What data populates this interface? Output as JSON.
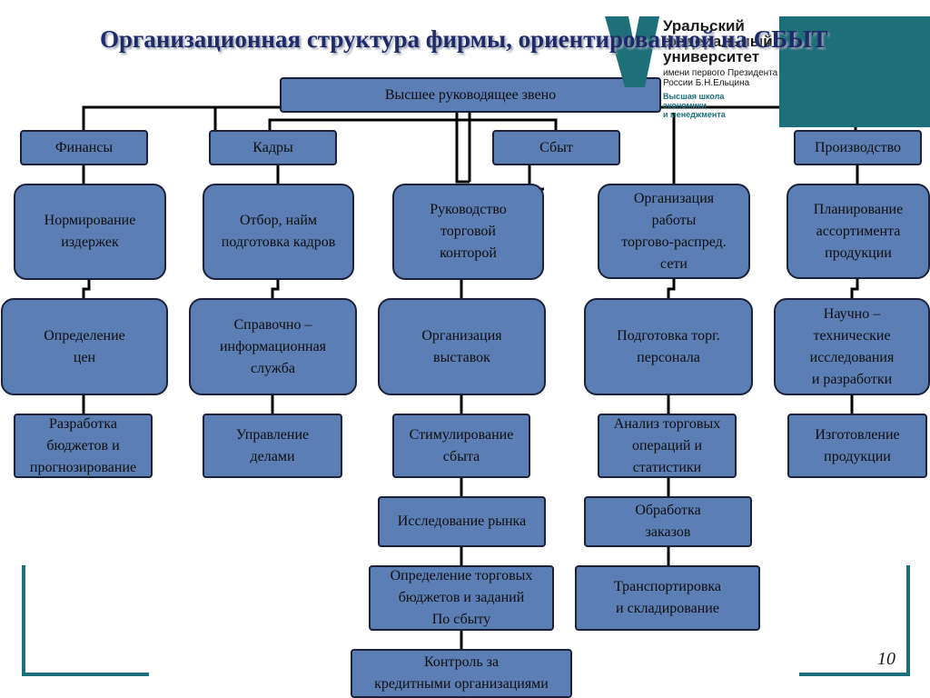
{
  "title": "Организационная структура фирмы, ориентированной на СБЫТ",
  "logo": {
    "line1": "Уральский",
    "line2": "федеральный",
    "line3": "университет",
    "line4": "имени первого Президента",
    "line5": "России Б.Н.Ельцина",
    "line6": "Высшая школа",
    "line7": "экономики",
    "line8": "и менеджмента",
    "colors": {
      "brand": "#1d6f7a"
    }
  },
  "page_number": "10",
  "colors": {
    "box": "#5b7fb5",
    "border": "#1b2138",
    "line": "#000000",
    "title": "#1f2a6b"
  },
  "nodes": {
    "top": "Высшее руководящее звено",
    "finance": "Финансы",
    "personnel": "Кадры",
    "sales": "Сбыт",
    "production": "Производство",
    "cost_norm": "Нормирование\nиздержек",
    "price_def": "Определение\nцен",
    "budget_dev": "Разработка\nбюджетов и\nпрогнозирование",
    "recruiting": "Отбор, найм\nподготовка кадров",
    "info_service": "Справочно –\nинформационная\nслужба",
    "office_mgmt": "Управление\nделами",
    "trade_office": "Руководство\nторговой\nконторой",
    "exhibitions": "Организация\nвыставок",
    "sales_promo": "Стимулирование\nсбыта",
    "market_research": "Исследование рынка",
    "trade_budgets": "Определение торговых\nбюджетов и заданий\nПо сбыту",
    "credit_control": "Контроль за\nкредитными организациями",
    "network_org": "Организация\nработы\nторгово-распред.\nсети",
    "staff_training": "Подготовка торг.\nперсонала",
    "trade_analysis": "Анализ торговых\nопераций и\nстатистики",
    "order_processing": "Обработка\nзаказов",
    "transport": "Транспортировка\nи складирование",
    "assortment": "Планирование\nассортимента\nпродукции",
    "research": "Научно –\nтехнические\nисследования\nи разработки",
    "manufacturing": "Изготовление\nпродукции"
  }
}
